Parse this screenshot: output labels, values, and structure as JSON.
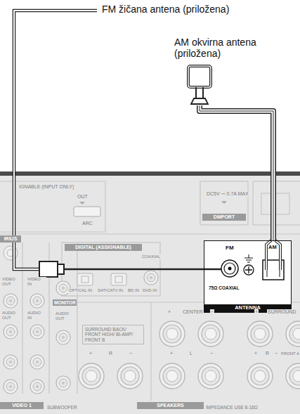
{
  "diagram": {
    "nodes": [
      {
        "text": [
          "AM okvirna antena (priložena)"
        ]
      },
      {
        "text": [
          "FM",
          "75Ω COAXIAL",
          "AM",
          "ANTENNA"
        ]
      }
    ],
    "edges": [
      {
        "from": 0,
        "to": 1,
        "arrow": "none"
      }
    ],
    "labels": [
      "FM žičana antena (priložena)",
      "IGNABLE (INPUT ONLY)",
      "OUT",
      "ARC",
      "DC5V ⎓ 0.7A MAX",
      "DMPORT",
      "IRIUS",
      "DIGITAL (ASSIGNABLE)",
      "OPTICAL IN",
      "SAT/CATV IN",
      "BD IN",
      "COAXIAL",
      "DVD IN",
      "VIDEO OUT",
      "VIDEO IN",
      "AUDIO OUT",
      "AUDIO IN",
      "MONITOR",
      "AUDIO OUT",
      "VIDEO 1",
      "SUBWOOFER",
      "SURROUND BACK/ FRONT HIGH/ BI-AMP/ FRONT B",
      "CENTER",
      "+",
      "−",
      "SURROUND",
      "+",
      "+",
      "R",
      "−",
      "+",
      "L",
      "−",
      "+",
      "R",
      "−",
      "FRONT A",
      "SPEAKERS",
      "IMPEDANCE USE 8-16Ω"
    ]
  }
}
